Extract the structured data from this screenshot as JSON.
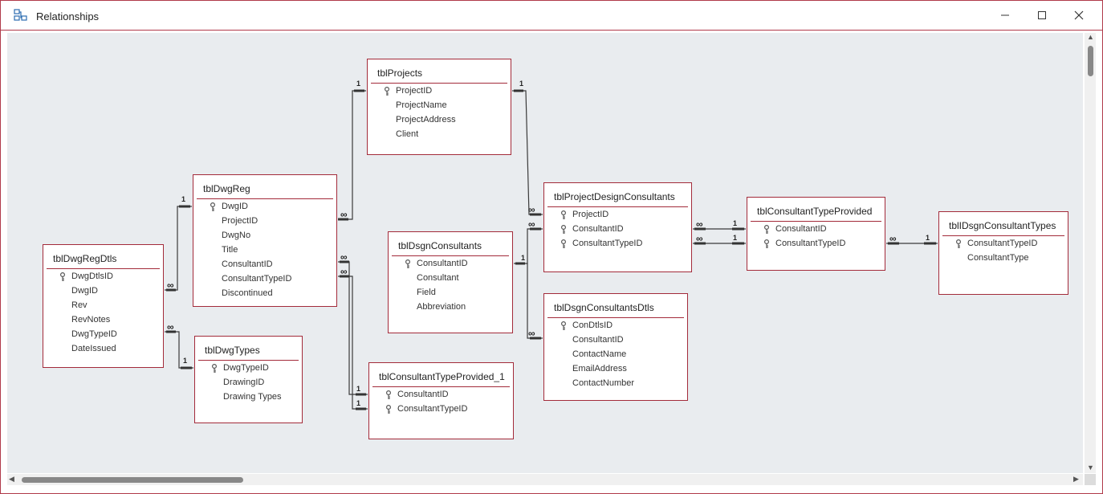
{
  "window": {
    "title": "Relationships"
  },
  "icons": {
    "app": "relationships-icon",
    "minimize": "minimize-icon",
    "maximize": "maximize-icon",
    "close": "close-icon",
    "key": "primary-key-icon"
  },
  "colors": {
    "border": "#a32b3a",
    "canvas": "#e9ecef",
    "line": "#3a3a3a"
  },
  "tables": {
    "tblProjects": {
      "name": "tblProjects",
      "fields": [
        "ProjectID",
        "ProjectName",
        "ProjectAddress",
        "Client"
      ]
    },
    "tblDwgReg": {
      "name": "tblDwgReg",
      "fields": [
        "DwgID",
        "ProjectID",
        "DwgNo",
        "Title",
        "ConsultantID",
        "ConsultantTypeID",
        "Discontinued"
      ]
    },
    "tblDwgRegDtls": {
      "name": "tblDwgRegDtls",
      "fields": [
        "DwgDtlsID",
        "DwgID",
        "Rev",
        "RevNotes",
        "DwgTypeID",
        "DateIssued"
      ]
    },
    "tblDwgTypes": {
      "name": "tblDwgTypes",
      "fields": [
        "DwgTypeID",
        "DrawingID",
        "Drawing Types"
      ]
    },
    "tblDsgnConsultants": {
      "name": "tblDsgnConsultants",
      "fields": [
        "ConsultantID",
        "Consultant",
        "Field",
        "Abbreviation"
      ]
    },
    "tblConsultantTypeProvided_1": {
      "name": "tblConsultantTypeProvided_1",
      "fields": [
        "ConsultantID",
        "ConsultantTypeID"
      ]
    },
    "tblProjectDesignConsultants": {
      "name": "tblProjectDesignConsultants",
      "fields": [
        "ProjectID",
        "ConsultantID",
        "ConsultantTypeID"
      ]
    },
    "tblDsgnConsultantsDtls": {
      "name": "tblDsgnConsultantsDtls",
      "fields": [
        "ConDtlsID",
        "ConsultantID",
        "ContactName",
        "EmailAddress",
        "ContactNumber"
      ]
    },
    "tblConsultantTypeProvided": {
      "name": "tblConsultantTypeProvided",
      "fields": [
        "ConsultantID",
        "ConsultantTypeID"
      ]
    },
    "tblDsgnConsultantTypes": {
      "name": "tblIDsgnConsultantTypes",
      "fields": [
        "ConsultantTypeID",
        "ConsultantType"
      ]
    }
  },
  "cardinality": {
    "one": "1",
    "many": "∞"
  }
}
